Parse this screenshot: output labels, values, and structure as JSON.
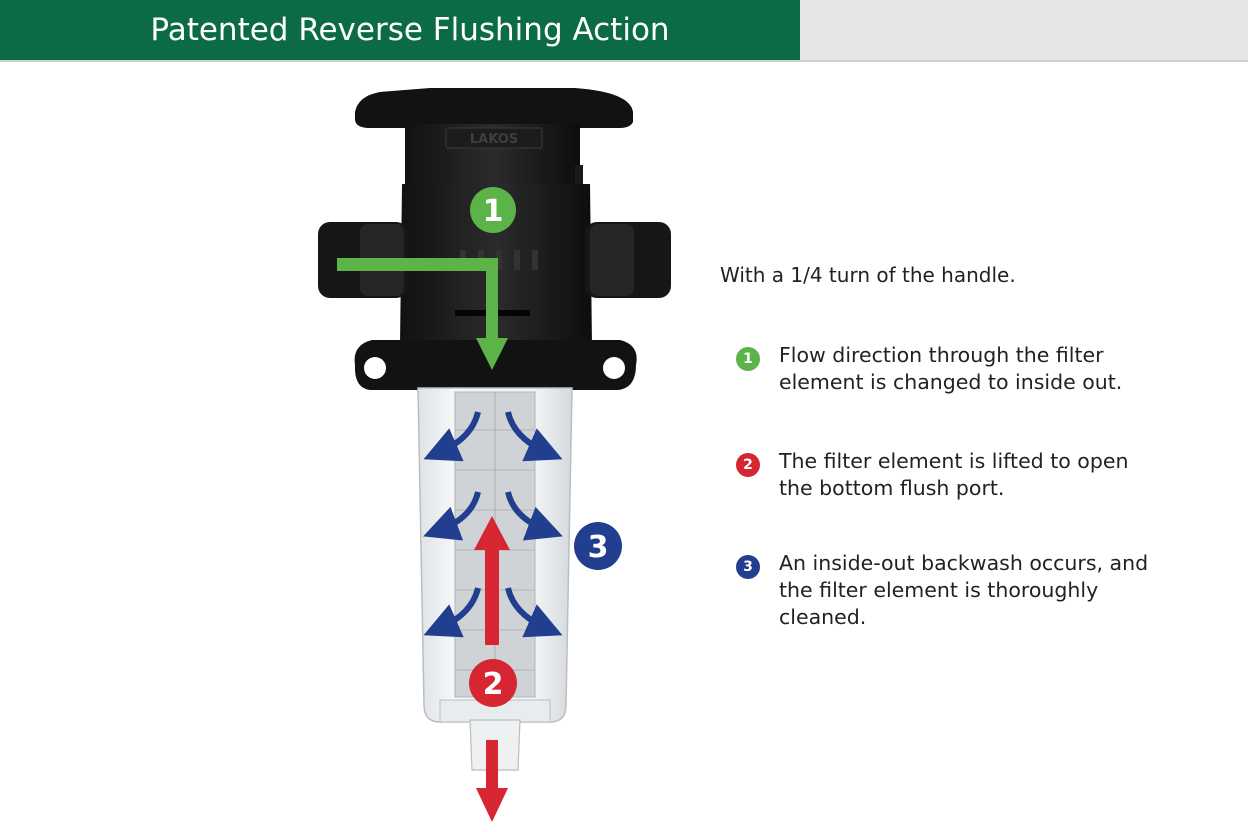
{
  "header": {
    "title": "Patented Reverse Flushing Action"
  },
  "diagram": {
    "housing_brand": "LAKOS",
    "badges": {
      "one": "1",
      "two": "2",
      "three": "3"
    }
  },
  "intro": "With a 1/4 turn of the handle.",
  "steps": [
    {
      "number": "1",
      "text": "Flow direction through the filter element is changed to inside out.",
      "color": "#5cb449"
    },
    {
      "number": "2",
      "text": "The filter element is lifted to open the bottom flush port.",
      "color": "#d62631"
    },
    {
      "number": "3",
      "text": "An inside-out backwash occurs, and the filter element is thoroughly cleaned.",
      "color": "#213e8f"
    }
  ],
  "colors": {
    "header_green": "#0a6b45",
    "header_gray": "#e6e6e6",
    "flow_green": "#5cb449",
    "flush_red": "#d62631",
    "backwash_blue": "#213e8f"
  }
}
